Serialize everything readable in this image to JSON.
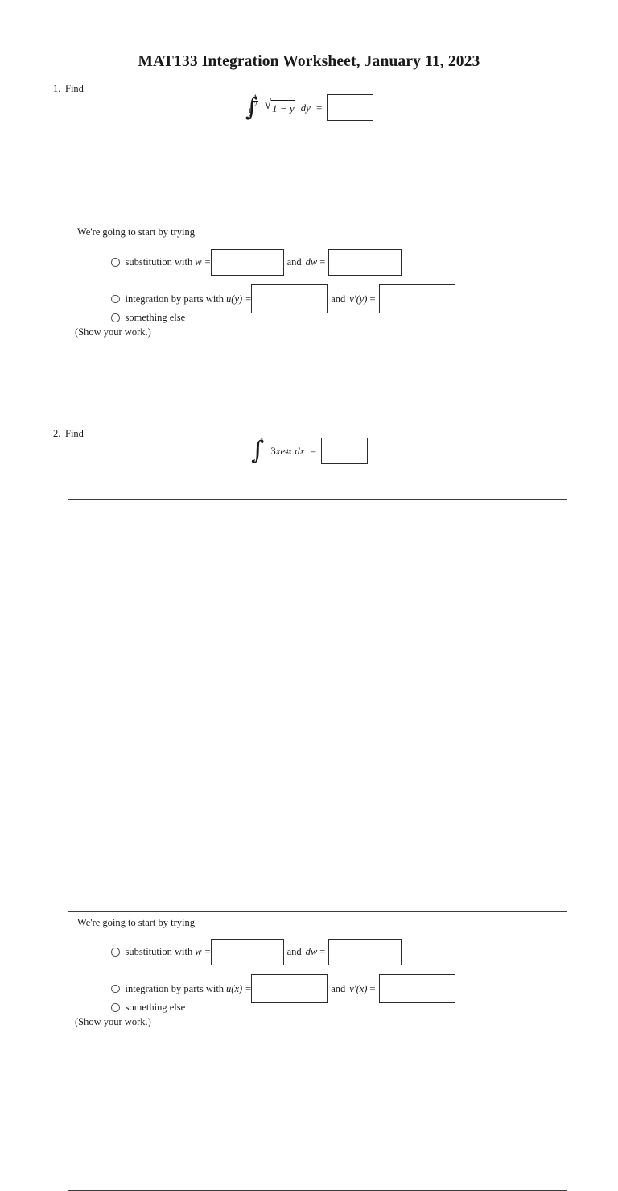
{
  "document": {
    "title": "MAT133 Integration Worksheet, January 11, 2023"
  },
  "problems": [
    {
      "number": "1.",
      "prompt": "Find",
      "integral": {
        "lower_limit_num": "1",
        "lower_limit_den": "4",
        "upper_limit_num": "1",
        "upper_limit_den": "2",
        "integrand": "1 − y",
        "radical": true,
        "differential": "dy",
        "equals": "="
      },
      "intro": "We're going to start by trying",
      "choices": [
        {
          "label_before": "substitution with",
          "var1": "w",
          "eq1": "=",
          "conjunction": "and",
          "var2": "dw",
          "eq2": "="
        },
        {
          "label_before": "integration by parts with",
          "var1": "u(y)",
          "eq1": "=",
          "conjunction": "and",
          "var2": "v′(y)",
          "eq2": "="
        },
        {
          "label_before": "something else"
        }
      ],
      "show_work": "(Show your work.)"
    },
    {
      "number": "2.",
      "prompt": "Find",
      "integral": {
        "lower_limit": "0",
        "upper_limit": "1",
        "coefficient": "3",
        "base_var": "xe",
        "exponent": "4x",
        "differential": "dx",
        "equals": "="
      },
      "intro": "We're going to start by trying",
      "choices": [
        {
          "label_before": "substitution with",
          "var1": "w",
          "eq1": "=",
          "conjunction": "and",
          "var2": "dw",
          "eq2": "="
        },
        {
          "label_before": "integration by parts with",
          "var1": "u(x)",
          "eq1": "=",
          "conjunction": "and",
          "var2": "v′(x)",
          "eq2": "="
        },
        {
          "label_before": "something else"
        }
      ],
      "show_work": "(Show your work.)"
    }
  ],
  "fields": {
    "answer_1": "",
    "answer_2": "",
    "p1_w": "",
    "p1_dw": "",
    "p1_u": "",
    "p1_v": "",
    "p2_w": "",
    "p2_dw": "",
    "p2_u": "",
    "p2_v": ""
  },
  "colors": {
    "page_background": "#ffffff",
    "text": "#1a1a1a",
    "box_border": "#2b2b2b",
    "frame_border": "#3c3c3c"
  }
}
